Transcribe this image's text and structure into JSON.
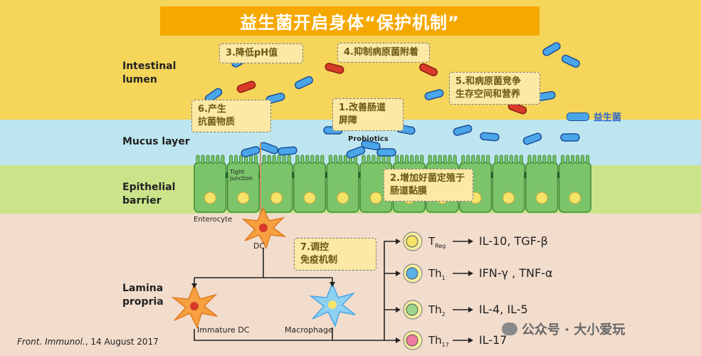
{
  "title": "益生菌开启身体“保护机制”",
  "layers": {
    "lumen": "Intestinal\nlumen",
    "mucus": "Mucus layer",
    "epithelial": "Epithelial\nbarrier",
    "lamina": "Lamina\npropria"
  },
  "notes": {
    "n1": "1.改善肠道\n屏障",
    "n2": "2.增加好菌定殖于\n肠道黏膜",
    "n3": "3.降低pH值",
    "n4": "4.抑制病原菌附着",
    "n5": "5.和病原菌竞争\n生存空间和营养",
    "n6": "6.产生\n抗菌物质",
    "n7": "7.调控\n免疫机制"
  },
  "labels": {
    "probiotics": "Probiotics",
    "tight_junction": "Tight\njunction",
    "enterocyte": "Enterocyte",
    "dc": "DC",
    "immature_dc": "Immature DC",
    "macrophage": "Macrophage"
  },
  "legend": {
    "label": "益生菌"
  },
  "tcells": [
    {
      "name": "T",
      "sub": "Reg",
      "cytokines": "IL-10, TGF-β",
      "color": "#f5e36a"
    },
    {
      "name": "Th",
      "sub": "1",
      "cytokines": "IFN-γ , TNF-α",
      "color": "#5ab0e6"
    },
    {
      "name": "Th",
      "sub": "2",
      "cytokines": "IL-4, IL-5",
      "color": "#9bd68a"
    },
    {
      "name": "Th",
      "sub": "17",
      "cytokines": "IL-17",
      "color": "#f07aa0"
    }
  ],
  "footer": {
    "journal": "Front. Immunol.",
    "date": ", 14 August 2017"
  },
  "watermark": "公众号 · 大小爱玩",
  "colors": {
    "probiotic": "#4aa6e8",
    "pathogen": "#d83a2a",
    "title_bg": "#f5a800",
    "note_bg": "#fbe9a5"
  }
}
